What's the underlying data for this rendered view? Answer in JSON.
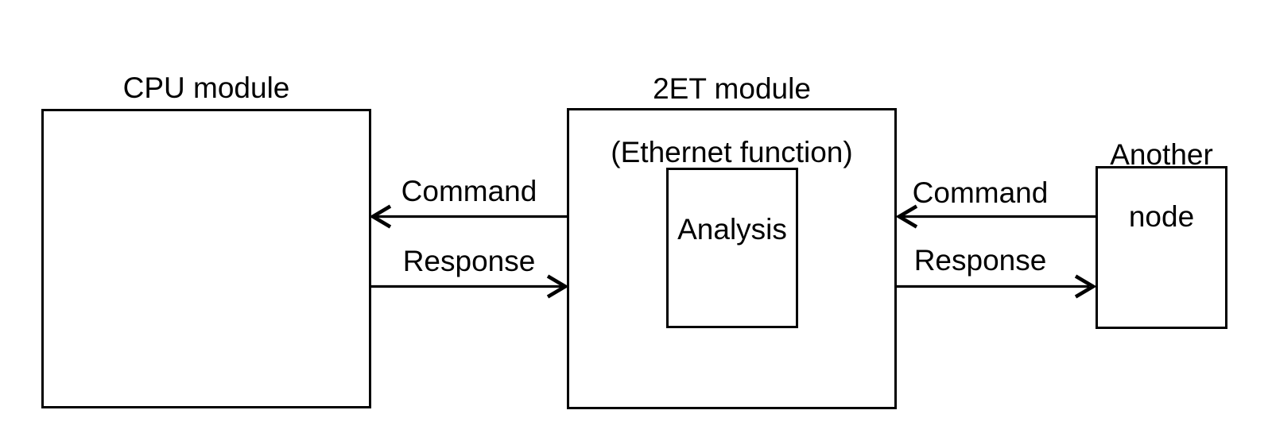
{
  "canvas": {
    "background": "#ffffff",
    "ink": "#000000"
  },
  "nodes": {
    "cpu": {
      "title": "CPU module"
    },
    "ethernet": {
      "title": "2ET module",
      "subtitle": "(Ethernet function)"
    },
    "analysis": {
      "label": "Analysis"
    },
    "another_node": {
      "title": "Another",
      "subtitle": "node"
    }
  },
  "flow_labels": {
    "left_command": "Command",
    "left_response": "Response",
    "right_command": "Command",
    "right_response": "Response"
  },
  "arrows": [
    {
      "label": "Command",
      "path": "Another node → 2ET module → Analysis → 2ET module → CPU module",
      "outside_style": "solid",
      "inside_style": "dashed",
      "direction": "left"
    },
    {
      "label": "Response",
      "path": "CPU module → 2ET module → Analysis → 2ET module → Another node",
      "outside_style": "solid",
      "inside_style": "dashed",
      "direction": "right"
    }
  ]
}
